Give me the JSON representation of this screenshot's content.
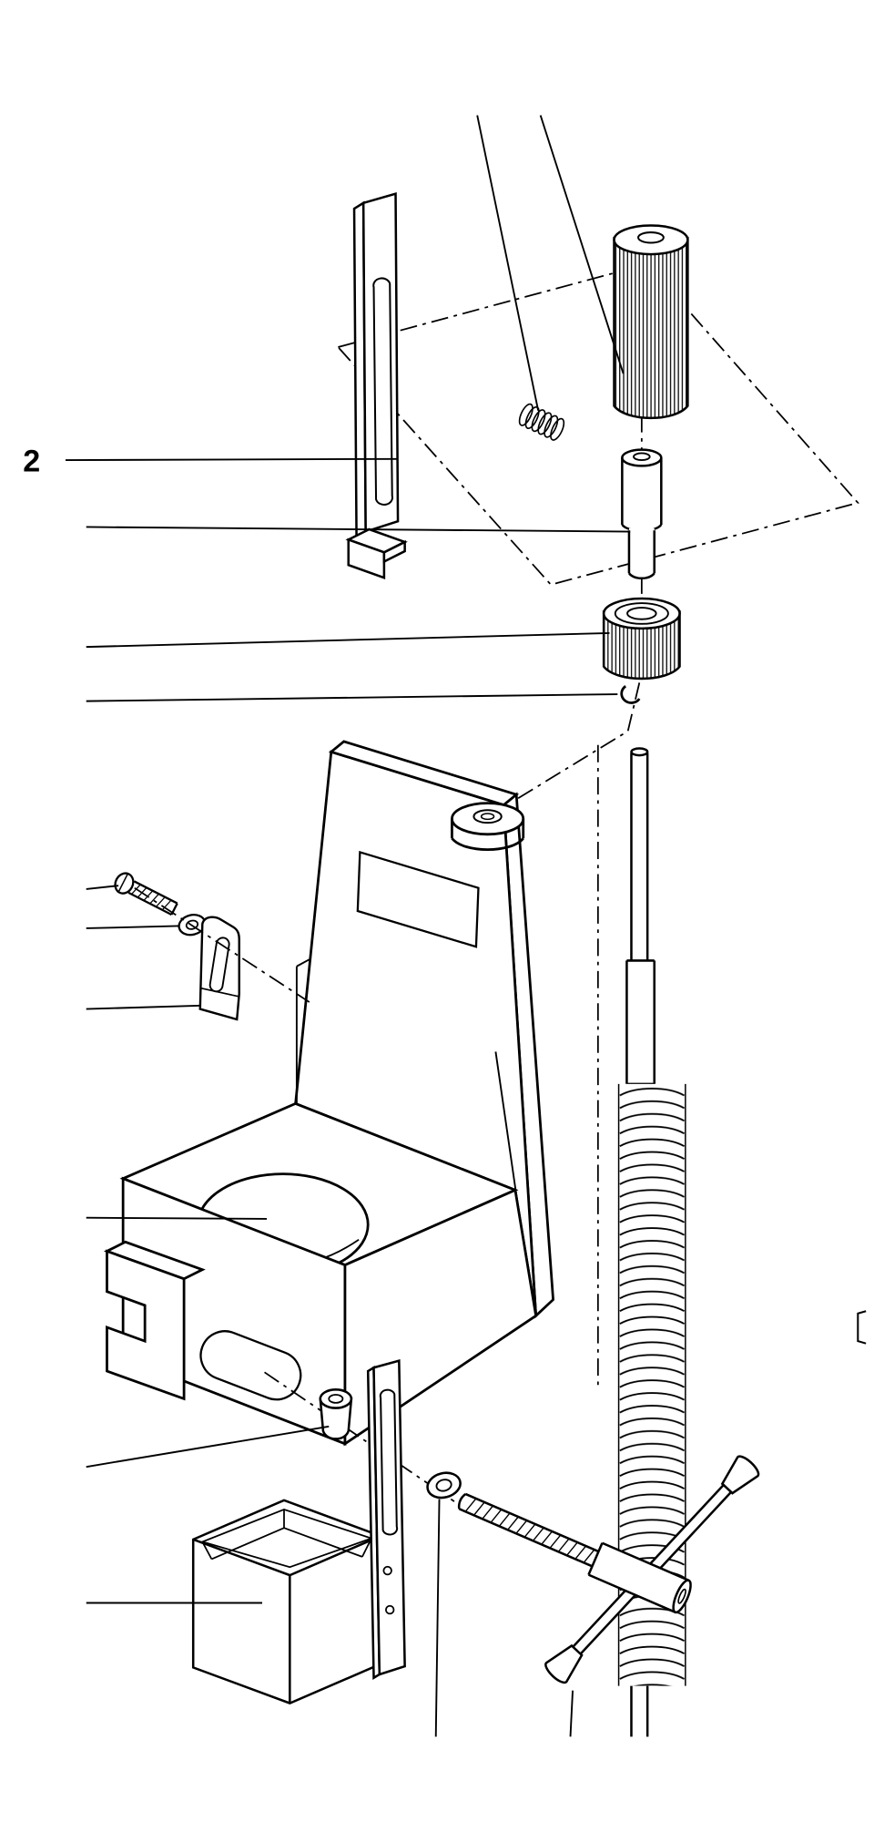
{
  "diagram": {
    "type": "exploded-parts-drawing",
    "background_color": "#ffffff",
    "line_color": "#000000",
    "callout": {
      "label": "2"
    },
    "parts": [
      "slotted-slide-bar",
      "small-coil-spring",
      "knurled-knob",
      "stepped-bushing-pin",
      "knurled-lock-nut",
      "retaining-clip",
      "mounting-bracket",
      "column-rod-with-coil-spring",
      "pan-head-screw",
      "small-washer",
      "slotted-keeper-plate",
      "spacer-bushing",
      "slotted-depth-bar",
      "flat-washer",
      "t-handle-clamp-screw",
      "sheet-metal-box-bracket"
    ]
  }
}
